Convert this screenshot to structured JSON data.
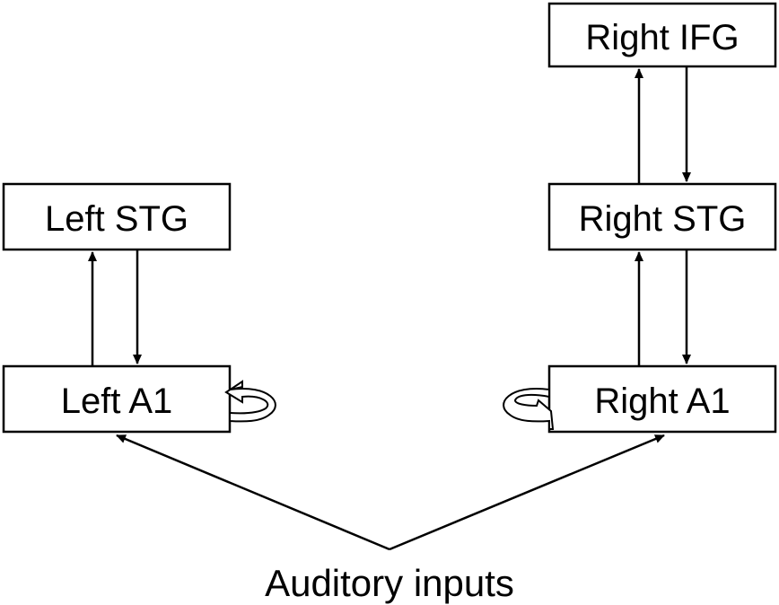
{
  "nodes": {
    "right_ifg": "Right IFG",
    "left_stg": "Left STG",
    "right_stg": "Right STG",
    "left_a1": "Left A1",
    "right_a1": "Right A1"
  },
  "input_label": "Auditory inputs",
  "colors": {
    "stroke": "#000000",
    "box_fill": "#ffffff",
    "text": "#000000"
  }
}
